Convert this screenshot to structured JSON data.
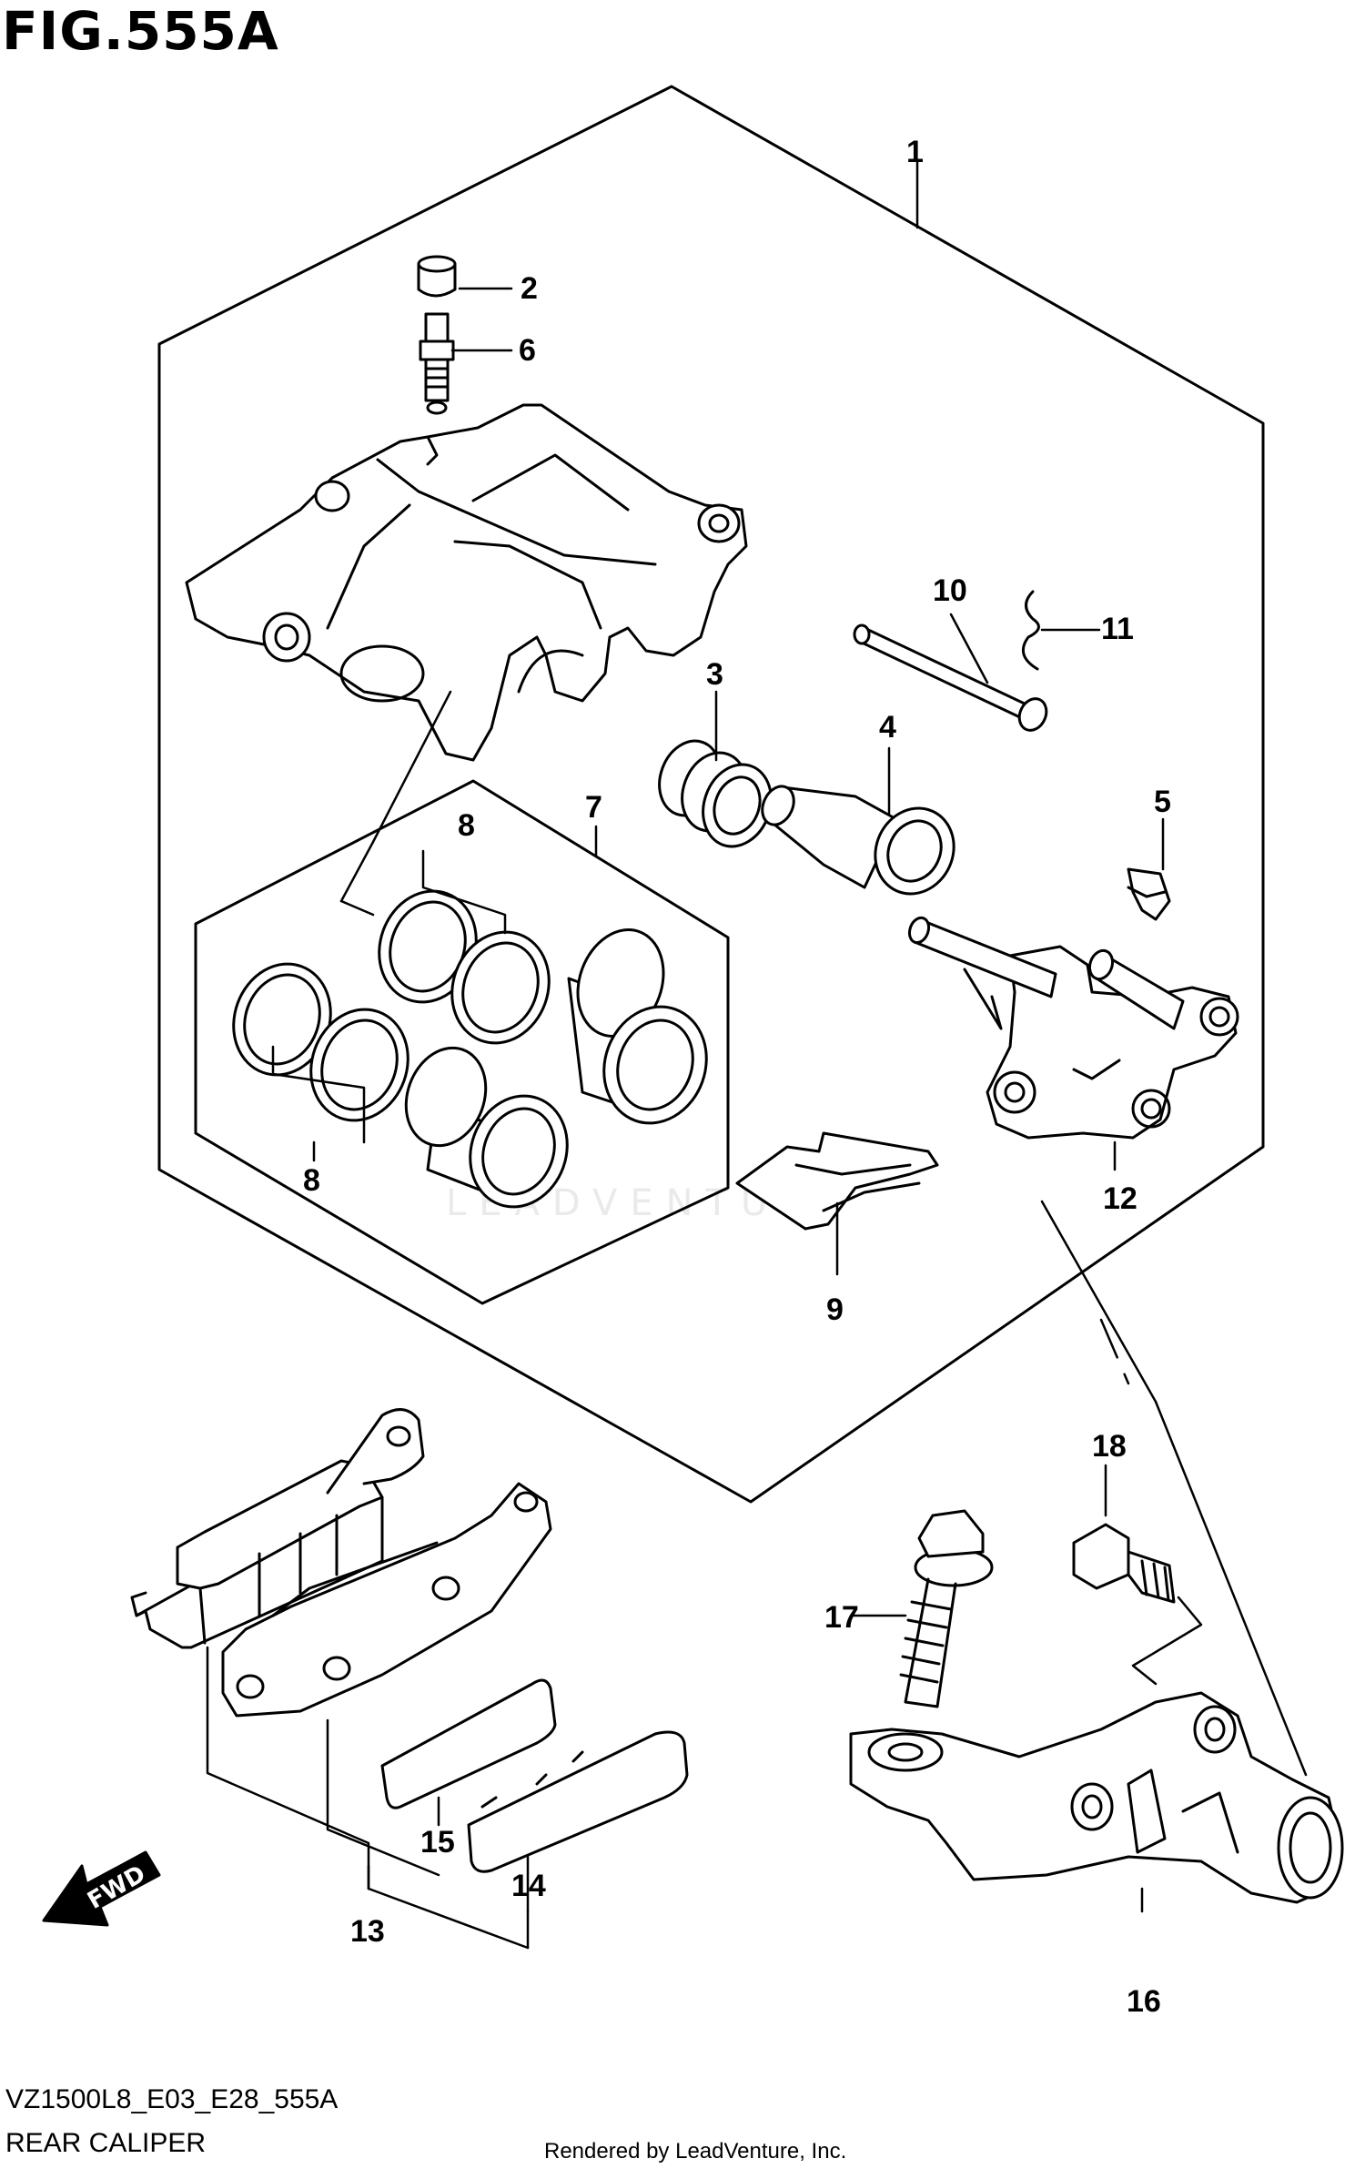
{
  "figure": {
    "title": "FIG.555A",
    "model_code": "VZ1500L8_E03_E28_555A",
    "caption": "REAR CALIPER",
    "render_note": "Rendered by LeadVenture, Inc.",
    "watermark": "LEADVENTURE"
  },
  "direction_arrow": {
    "label": "FWD"
  },
  "callouts": [
    {
      "id": "c1",
      "label": "1"
    },
    {
      "id": "c2",
      "label": "2"
    },
    {
      "id": "c3",
      "label": "3"
    },
    {
      "id": "c4",
      "label": "4"
    },
    {
      "id": "c5",
      "label": "5"
    },
    {
      "id": "c6",
      "label": "6"
    },
    {
      "id": "c7",
      "label": "7"
    },
    {
      "id": "c8a",
      "label": "8"
    },
    {
      "id": "c8b",
      "label": "8"
    },
    {
      "id": "c9",
      "label": "9"
    },
    {
      "id": "c10",
      "label": "10"
    },
    {
      "id": "c11",
      "label": "11"
    },
    {
      "id": "c12",
      "label": "12"
    },
    {
      "id": "c13",
      "label": "13"
    },
    {
      "id": "c14",
      "label": "14"
    },
    {
      "id": "c15",
      "label": "15"
    },
    {
      "id": "c16",
      "label": "16"
    },
    {
      "id": "c17",
      "label": "17"
    },
    {
      "id": "c18",
      "label": "18"
    }
  ]
}
